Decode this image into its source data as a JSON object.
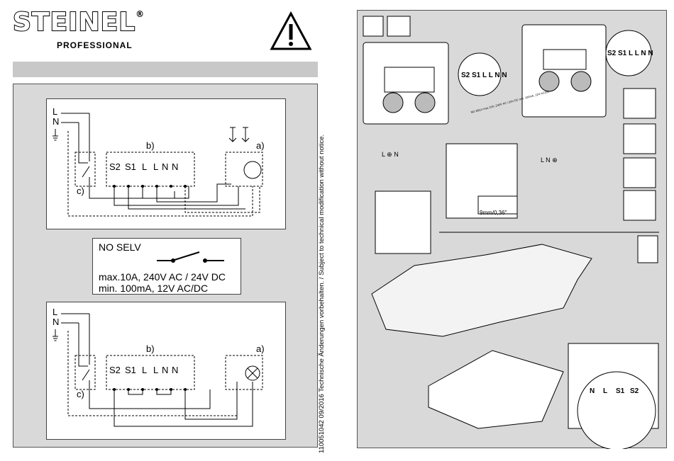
{
  "brand": {
    "name": "STEINEL",
    "reg": "®",
    "sub": "PROFESSIONAL"
  },
  "side_text": "110051042 09/2016  Technische Änderungen vorbehalten. / Subject to technical modification without notice.",
  "diagram1": {
    "L": "L",
    "N": "N",
    "a": "a)",
    "b": "b)",
    "c": "c)",
    "terminals": [
      "S2",
      "S1",
      "L",
      "L",
      "N",
      "N"
    ]
  },
  "spec": {
    "title": "NO SELV",
    "line1": "max.10A, 240V AC / 24V DC",
    "line2": "min. 100mA, 12V AC/DC"
  },
  "diagram2": {
    "L": "L",
    "N": "N",
    "a": "a)",
    "b": "b)",
    "c": "c)",
    "terminals": [
      "S2",
      "S1",
      "L",
      "L",
      "N",
      "N"
    ]
  },
  "right": {
    "label_top": "S2 S1 L L N N",
    "label_top2": "S2 S1 L L N N",
    "ln_left": "L ⊕ N",
    "ln_right": "L N ⊕",
    "strip_length": "9mm/0,36\"",
    "wire_note": "NO SELV max.10A, 240V AC / 24V DC min. 100mA, 12V AC/DC",
    "terminal_labels": [
      "N",
      "L",
      "S1",
      "S2"
    ]
  },
  "colors": {
    "panel": "#d9d9d9",
    "bar": "#c8c8c8"
  }
}
